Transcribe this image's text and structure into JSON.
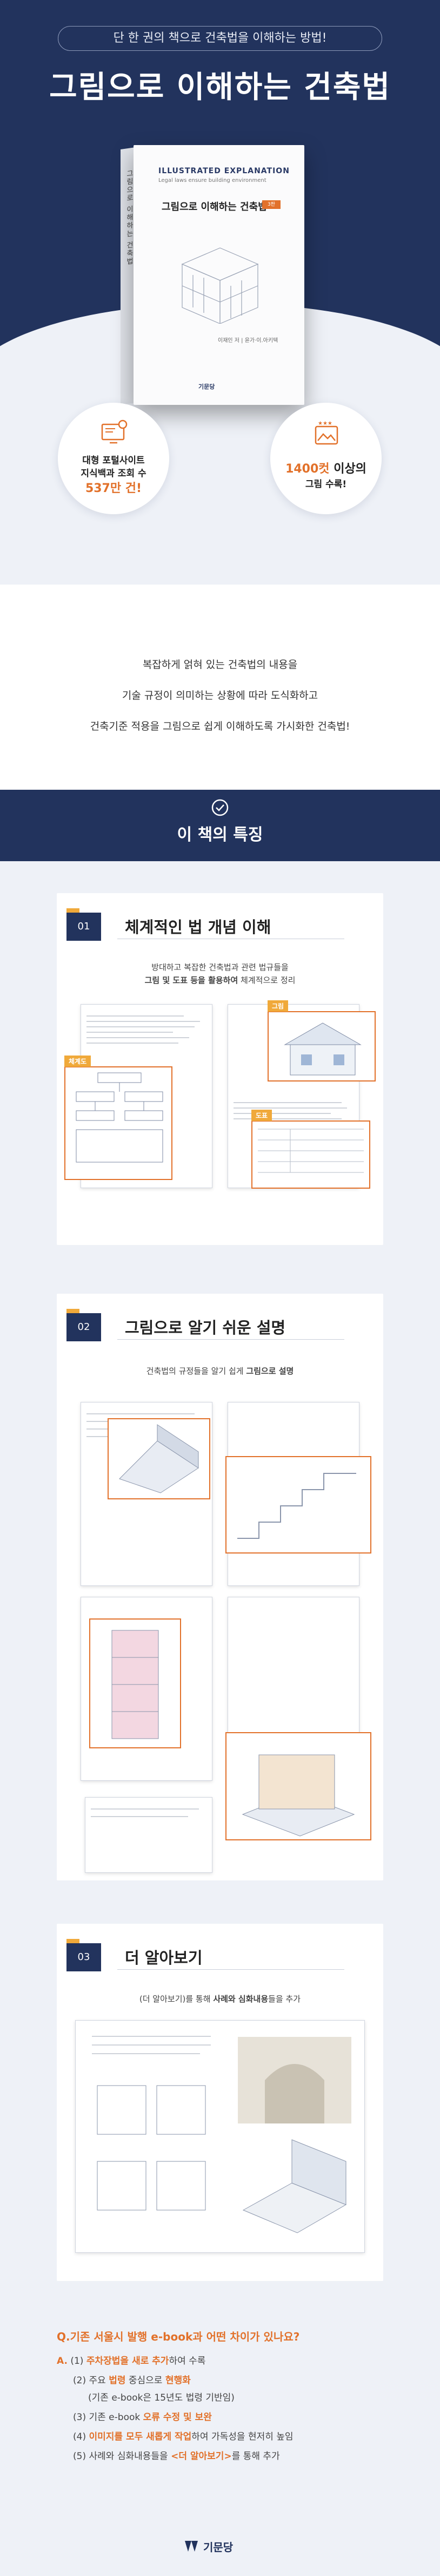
{
  "hero": {
    "tagline": "단 한 권의 책으로 건축법을 이해하는 방법!",
    "title": "그림으로 이해하는 건축법"
  },
  "book": {
    "spine_text": "그림으로 이해하는 건축법",
    "en_title": "ILLUSTRATED EXPLANATION",
    "en_subtitle": "Legal laws ensure building environment",
    "title": "그림으로 이해하는 건축법",
    "badge": "3판",
    "author": "이재인 저 | 윤가·이.아키텍",
    "publisher": "기문당"
  },
  "stats": {
    "left": {
      "icon": "monitor-icon",
      "line1": "대형 포털사이트",
      "line2": "지식백과 조회 수",
      "line3": "537만 건!"
    },
    "right": {
      "icon": "picture-icon",
      "line1_num": "1400컷",
      "line1_rest": " 이상의",
      "line2": "그림 수록!"
    }
  },
  "description": {
    "line1": "복잡하게 얽혀 있는 건축법의 내용을",
    "line2": "기술 규정이 의미하는 상황에 따라 도식화하고",
    "line3": "건축기준 적용을 그림으로 쉽게 이해하도록 가시화한 건축법!"
  },
  "features_banner": {
    "icon": "check-circle-icon",
    "title": "이 책의 특징"
  },
  "features": [
    {
      "number": "01",
      "title": "체계적인 법 개념 이해",
      "sub1": "방대하고 복잡한 건축법과 관련 법규들을",
      "sub2_bold": "그림 및 도표 등을 활용하여",
      "sub2_rest": " 체계적으로 정리",
      "callout_table": "체계도",
      "callout_figure": "그림",
      "callout_chart": "도표"
    },
    {
      "number": "02",
      "title": "그림으로 알기 쉬운 설명",
      "sub1_rest": "건축법의 규정들을 알기 쉽게 ",
      "sub1_bold": "그림으로 설명"
    },
    {
      "number": "03",
      "title": "더 알아보기",
      "sub1_rest": "(더 알아보기)를 통해 ",
      "sub1_bold": "사례와 심화내용",
      "sub1_end": "들을 추가"
    }
  ],
  "qa": {
    "question": "Q.기존 서울시 발행 e-book과 어떤 차이가 있나요?",
    "answer_prefix": "A.",
    "items": [
      {
        "num": "(1)",
        "highlight": "주차장법을 새로 추가",
        "rest": "하여 수록"
      },
      {
        "num": "(2)",
        "pre": "주요 ",
        "highlight": "법령",
        "mid": " 중심으로 ",
        "highlight2": "현행화"
      },
      {
        "num": "",
        "rest": "(기존 e-book은 15년도 법령 기반임)"
      },
      {
        "num": "(3)",
        "pre": "기존 e-book ",
        "highlight": "오류 수정 및 보완"
      },
      {
        "num": "(4)",
        "highlight": "이미지를 모두 새롭게 작업",
        "rest": "하여 가독성을 현저히 높임"
      },
      {
        "num": "(5)",
        "pre": "사례와 심화내용들을 ",
        "highlight": "<더 알아보기>",
        "rest": "를 통해 추가"
      }
    ]
  },
  "footer": {
    "logo_text": "기문당"
  },
  "colors": {
    "navy": "#22335d",
    "orange": "#e2712a",
    "gold": "#f0a93a",
    "bg_light": "#eef1f7"
  }
}
